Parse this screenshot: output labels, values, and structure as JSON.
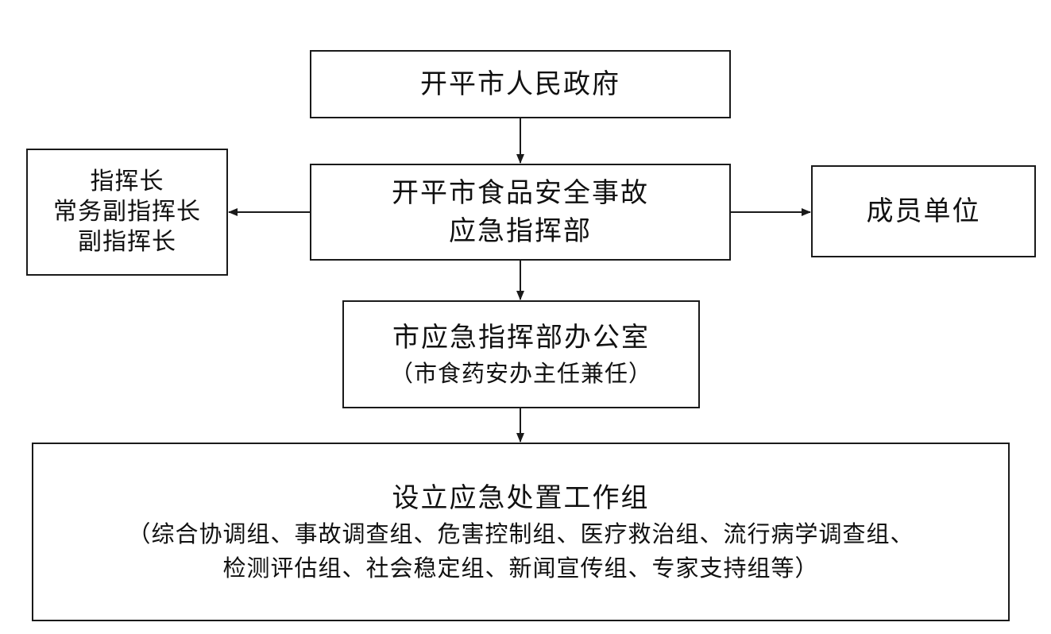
{
  "diagram": {
    "government": {
      "lines": [
        "开平市人民政府"
      ]
    },
    "headquarters": {
      "lines": [
        "开平市食品安全事故",
        "应急指挥部"
      ]
    },
    "leaders": {
      "lines": [
        "指挥长",
        "常务副指挥长",
        "副指挥长"
      ]
    },
    "member_units": {
      "lines": [
        "成员单位"
      ]
    },
    "office": {
      "lines": [
        "市应急指挥部办公室",
        "（市食药安办主任兼任）"
      ]
    },
    "work_groups": {
      "lines": [
        "设立应急处置工作组",
        "（综合协调组、事故调查组、危害控制组、医疗救治组、流行病学调查组、",
        "检测评估组、社会稳定组、新闻宣传组、专家支持组等）"
      ]
    },
    "colors": {
      "stroke": "#1a1a1a",
      "text": "#111111",
      "background": "#ffffff"
    }
  }
}
